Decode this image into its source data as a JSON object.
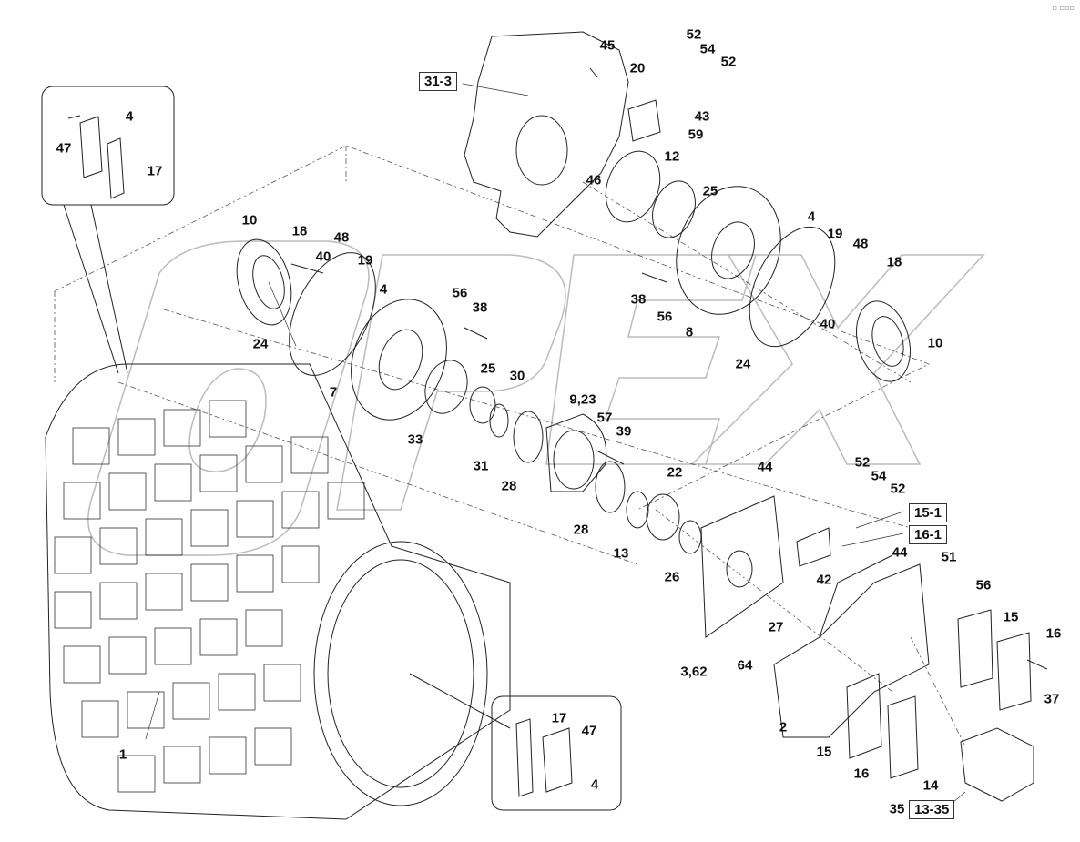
{
  "diagram": {
    "watermark": "OPEX",
    "labels": {
      "l45": "45",
      "l20": "20",
      "l52a": "52",
      "l54a": "54",
      "l52b": "52",
      "l43": "43",
      "l59": "59",
      "l12": "12",
      "l46": "46",
      "l25a": "25",
      "l4a": "4",
      "l47a": "47",
      "l17a": "17",
      "l10a": "10",
      "l18a": "18",
      "l48a": "48",
      "l40a": "40",
      "l19a": "19",
      "l4b": "4",
      "l56a": "56",
      "l38a": "38",
      "l24a": "24",
      "l25b": "25",
      "l30": "30",
      "l7": "7",
      "l33": "33",
      "l31": "31",
      "l923": "9,23",
      "l57": "57",
      "l39": "39",
      "l28a": "28",
      "l28b": "28",
      "l22": "22",
      "l13": "13",
      "l26": "26",
      "l44a": "44",
      "l52c": "52",
      "l54b": "54",
      "l52d": "52",
      "l4c": "4",
      "l19b": "19",
      "l48b": "48",
      "l18b": "18",
      "l38b": "38",
      "l56b": "56",
      "l8": "8",
      "l40b": "40",
      "l24b": "24",
      "l10b": "10",
      "l44b": "44",
      "l51": "51",
      "l56c": "56",
      "l42": "42",
      "l27": "27",
      "l362": "3,62",
      "l64": "64",
      "l15a": "15",
      "l16a": "16",
      "l37": "37",
      "l2": "2",
      "l15b": "15",
      "l16b": "16",
      "l14": "14",
      "l35": "35",
      "l1": "1",
      "l17b": "17",
      "l47b": "47",
      "l4d": "4"
    },
    "boxed_labels": {
      "b313": "31-3",
      "b151": "15-1",
      "b161": "16-1",
      "b1335": "13-35"
    }
  }
}
